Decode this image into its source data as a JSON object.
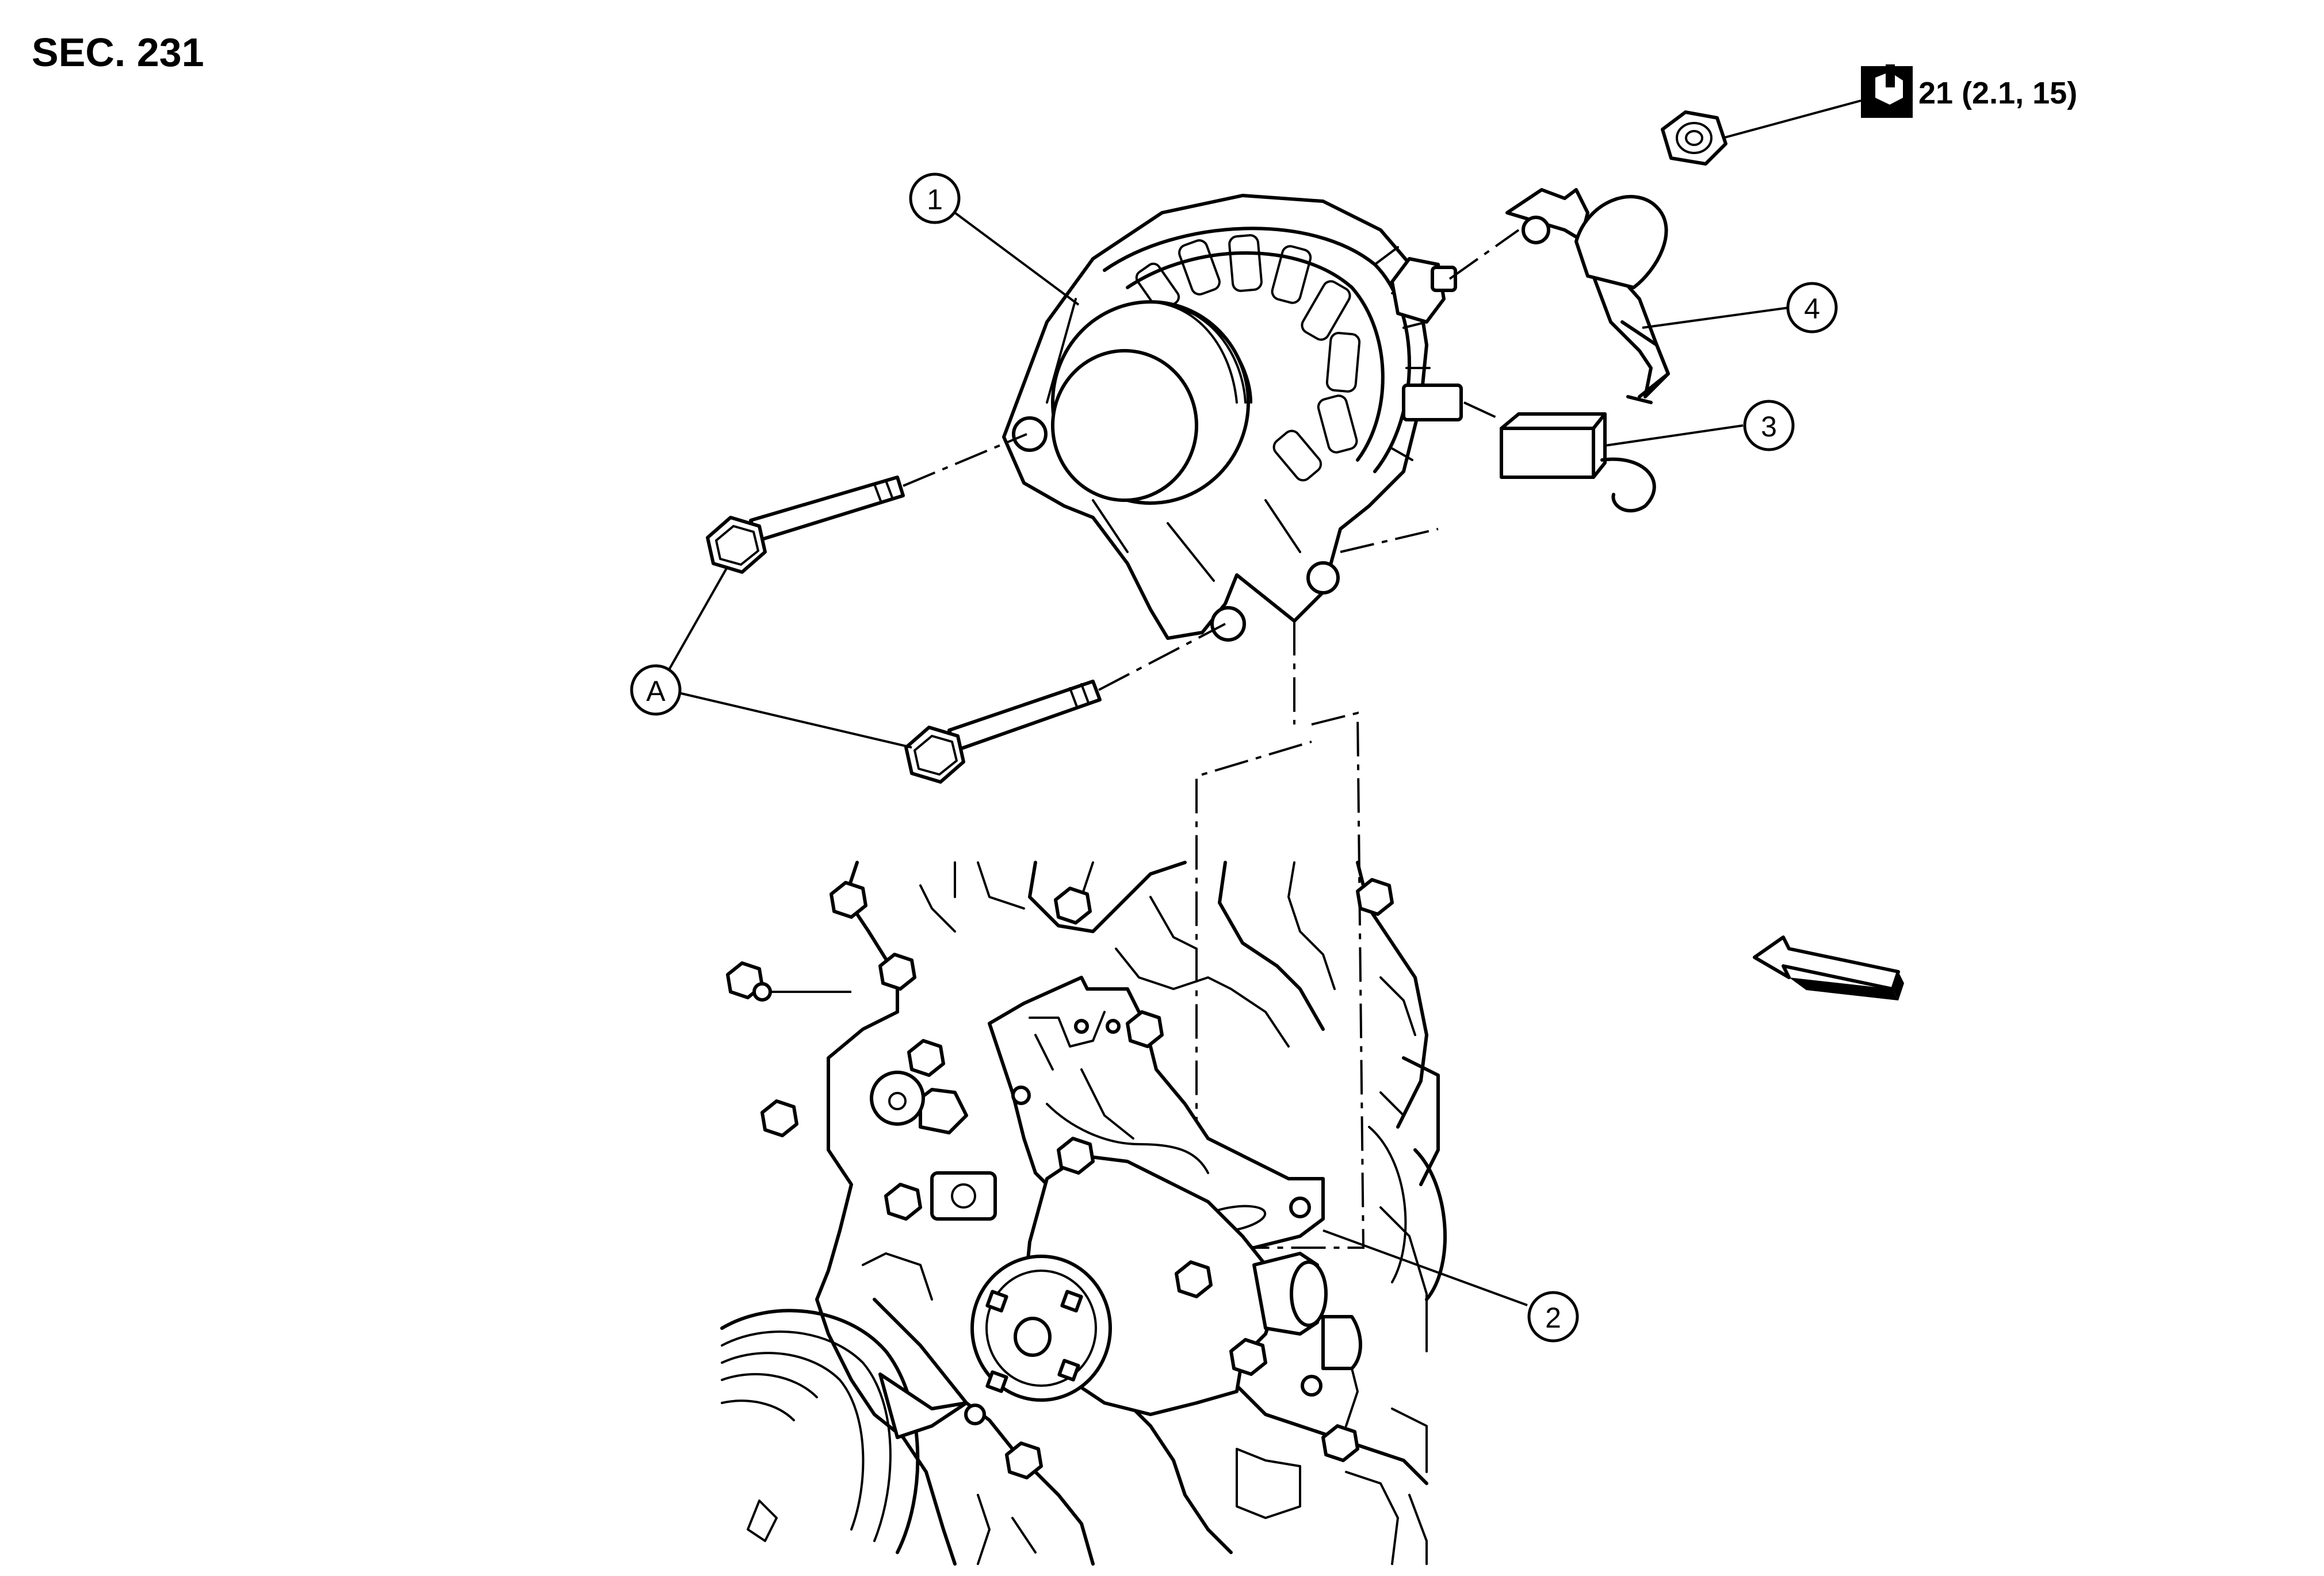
{
  "section_label": "SEC. 231",
  "torque_spec": "21 (2.1, 15)",
  "callouts": [
    {
      "id": "c1",
      "label": "1"
    },
    {
      "id": "c2",
      "label": "2"
    },
    {
      "id": "c3",
      "label": "3"
    },
    {
      "id": "c4",
      "label": "4"
    },
    {
      "id": "cA",
      "label": "A"
    }
  ],
  "icons": {
    "torque": "torque-wrench-icon",
    "direction": "front-direction-arrow-icon"
  }
}
